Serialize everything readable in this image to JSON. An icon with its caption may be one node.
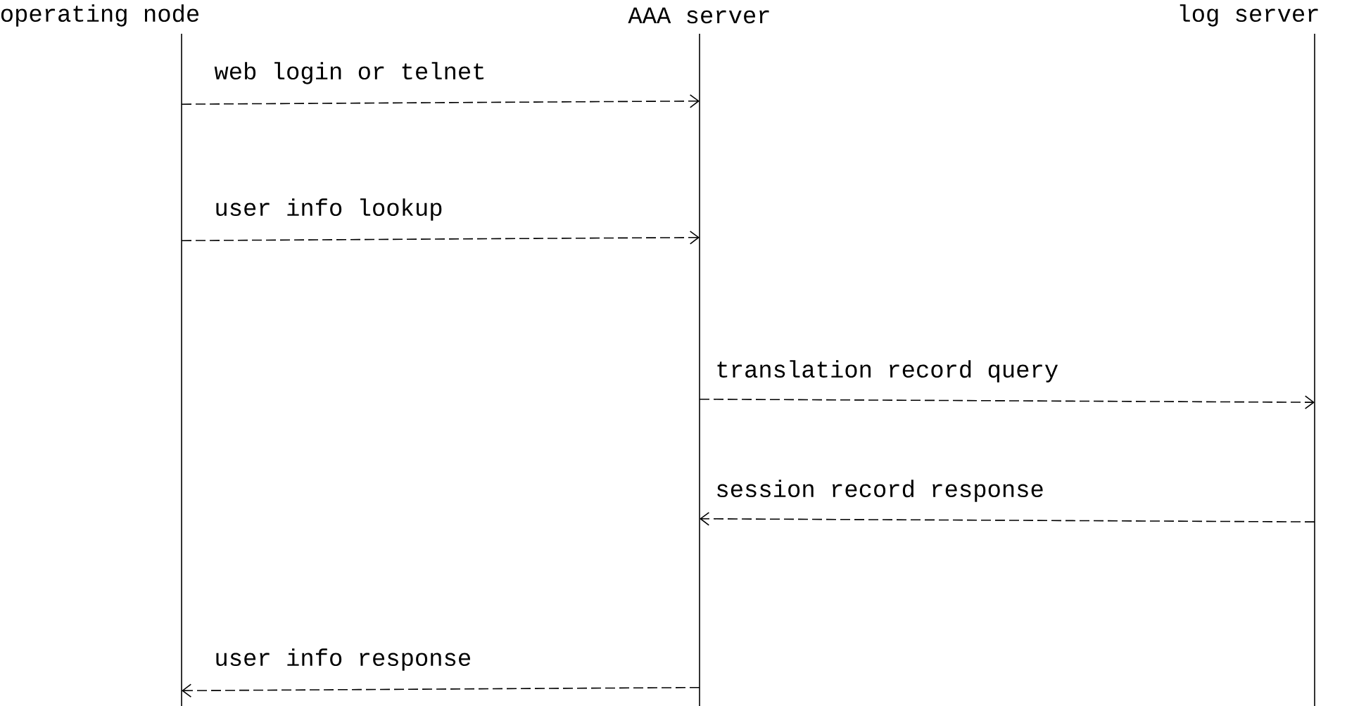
{
  "diagram": {
    "nodes": [
      {
        "text": [
          "operating node"
        ]
      },
      {
        "text": [
          "AAA server"
        ]
      },
      {
        "text": [
          "log server"
        ]
      }
    ],
    "edges": [
      {
        "from": 0,
        "to": 1,
        "arrow": "to",
        "label": "web login or telnet"
      },
      {
        "from": 0,
        "to": 1,
        "arrow": "to",
        "label": "user info lookup"
      },
      {
        "from": 1,
        "to": 2,
        "arrow": "to",
        "label": "translation record query"
      },
      {
        "from": 2,
        "to": 1,
        "arrow": "to",
        "label": "session record response"
      },
      {
        "from": 1,
        "to": 0,
        "arrow": "to",
        "label": "user info response"
      }
    ]
  }
}
